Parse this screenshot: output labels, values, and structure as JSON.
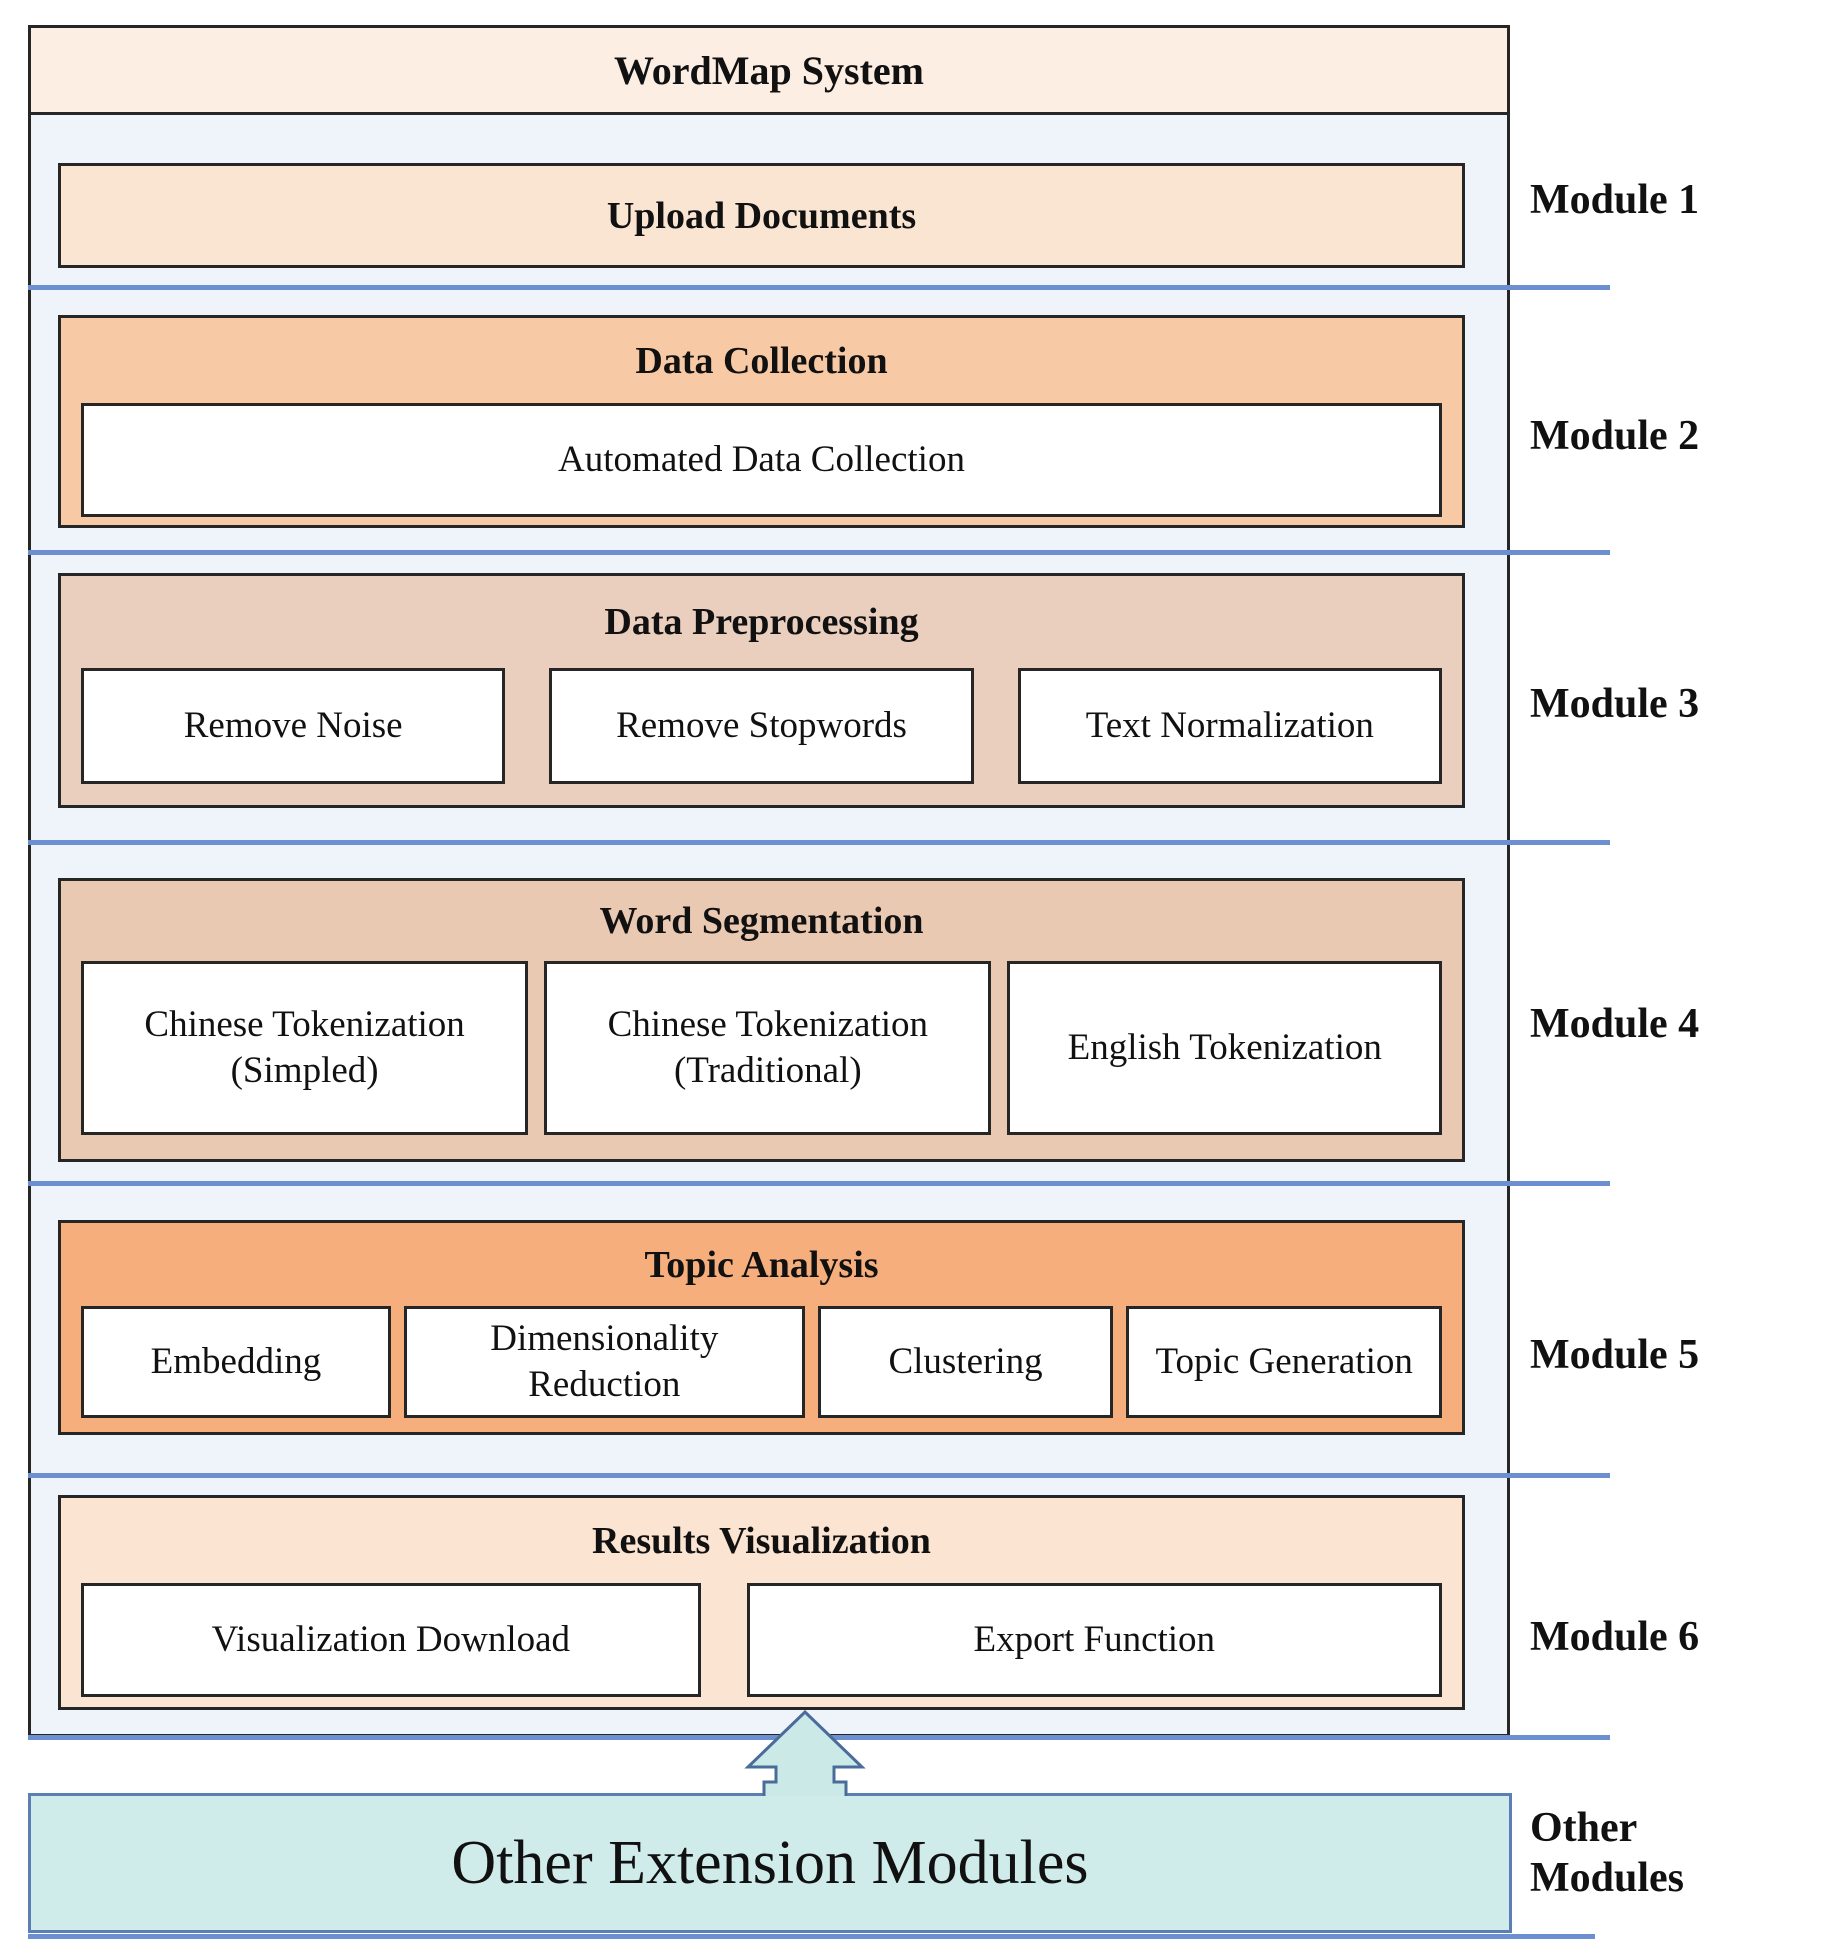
{
  "title": "WordMap System",
  "modules": [
    {
      "label": "Module 1",
      "title": "Upload Documents",
      "items": []
    },
    {
      "label": "Module 2",
      "title": "Data Collection",
      "items": [
        "Automated Data Collection"
      ]
    },
    {
      "label": "Module 3",
      "title": "Data Preprocessing",
      "items": [
        "Remove Noise",
        "Remove Stopwords",
        "Text Normalization"
      ]
    },
    {
      "label": "Module 4",
      "title": "Word Segmentation",
      "items": [
        "Chinese Tokenization (Simpled)",
        "Chinese Tokenization (Traditional)",
        "English Tokenization"
      ]
    },
    {
      "label": "Module 5",
      "title": "Topic Analysis",
      "items": [
        "Embedding",
        "Dimensionality Reduction",
        "Clustering",
        "Topic Generation"
      ]
    },
    {
      "label": "Module 6",
      "title": "Results Visualization",
      "items": [
        "Visualization Download",
        "Export Function"
      ]
    }
  ],
  "extension_box": {
    "title": "Other Extension Modules",
    "label": "Other Modules"
  },
  "colors": {
    "system_header_bg": "#fdeee4",
    "upload_bg": "#fae5d2",
    "data_collection_bg": "#f7c9a4",
    "data_preprocessing_bg": "#eacfbf",
    "word_segmentation_bg": "#eac9b3",
    "topic_analysis_bg": "#f5ae7c",
    "results_visualization_bg": "#fbe5d2",
    "extension_bg": "#d0ecea",
    "extension_border": "#5b7fb2",
    "divider_line": "#6c8fd0",
    "system_content_bg": "#eff4fa",
    "box_border": "#262626"
  }
}
